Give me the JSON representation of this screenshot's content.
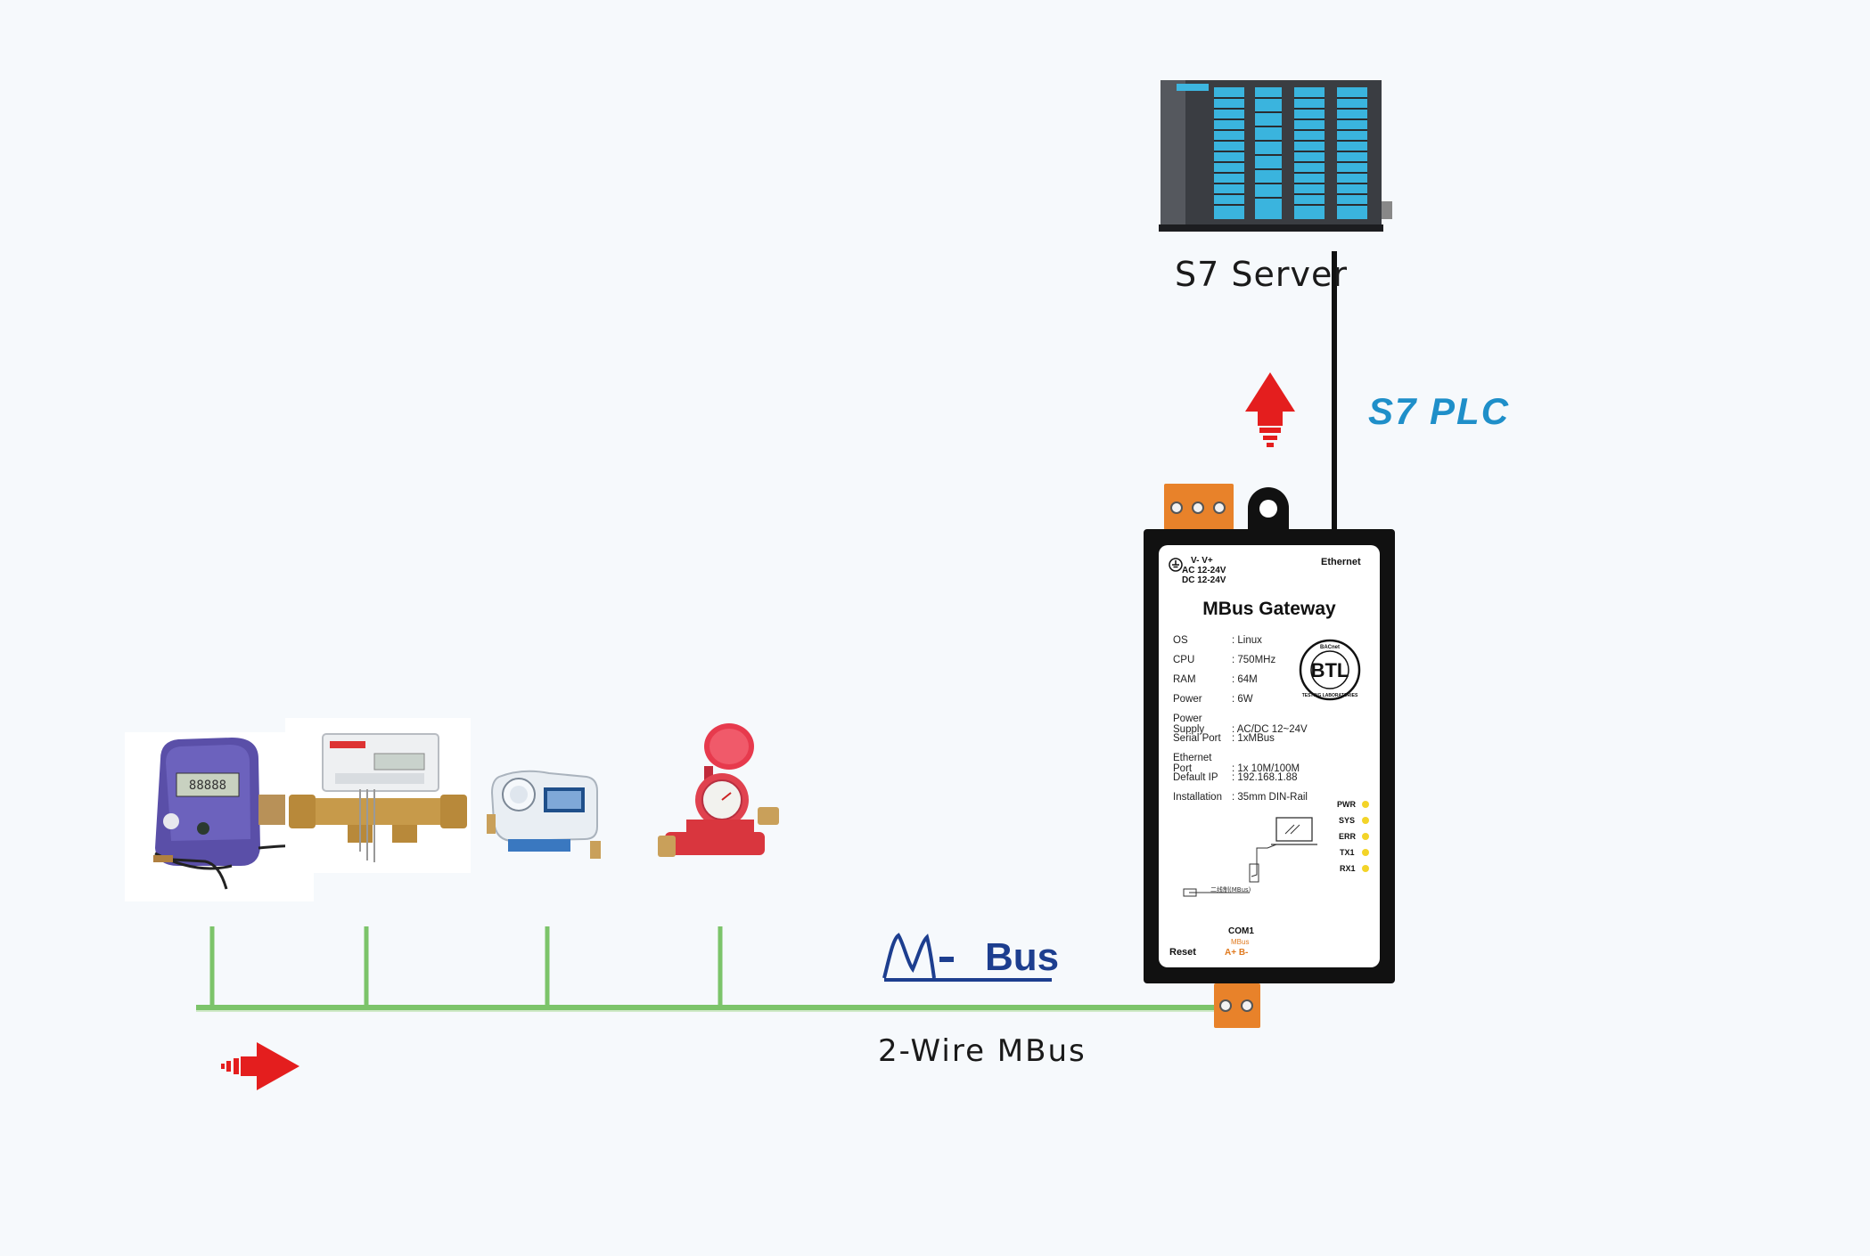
{
  "server": {
    "label": "S7 Server",
    "icon": "plc-rack-icon"
  },
  "protocol": {
    "label": "S7 PLC",
    "color": "#1f8fc9"
  },
  "bus": {
    "logo_text": "Bus",
    "label": "2-Wire MBus",
    "line_color": "#7cc46a"
  },
  "gateway": {
    "title": "MBus Gateway",
    "ethernet_label": "Ethernet",
    "power_labels": [
      "V-  V+",
      "AC 12-24V",
      "DC 12-24V"
    ],
    "specs": [
      {
        "key": "OS",
        "value": ": Linux"
      },
      {
        "key": "CPU",
        "value": ": 750MHz"
      },
      {
        "key": "RAM",
        "value": ": 64M"
      },
      {
        "key": "Power",
        "value": ": 6W"
      },
      {
        "key": "Power Supply",
        "value": ": AC/DC 12~24V"
      },
      {
        "key": "Serial Port",
        "value": ": 1xMBus"
      },
      {
        "key": "Ethernet Port",
        "value": ": 1x 10M/100M"
      },
      {
        "key": "Default IP",
        "value": ": 192.168.1.88"
      },
      {
        "key": "Installation",
        "value": ": 35mm DIN-Rail"
      }
    ],
    "leds": [
      "PWR",
      "SYS",
      "ERR",
      "TX1",
      "RX1"
    ],
    "reset_label": "Reset",
    "com_label": "COM1",
    "com_sub": "MBus",
    "com_pins": "A+   B-",
    "mini_diagram_text": "二线制(MBus)",
    "cert_logo": "BTL",
    "accent_color": "#e8822a"
  },
  "meters": [
    "heat-meter-icon",
    "ultrasonic-meter-icon",
    "water-meter-icon",
    "red-water-meter-icon"
  ],
  "arrows": {
    "color": "#e41e1e"
  }
}
